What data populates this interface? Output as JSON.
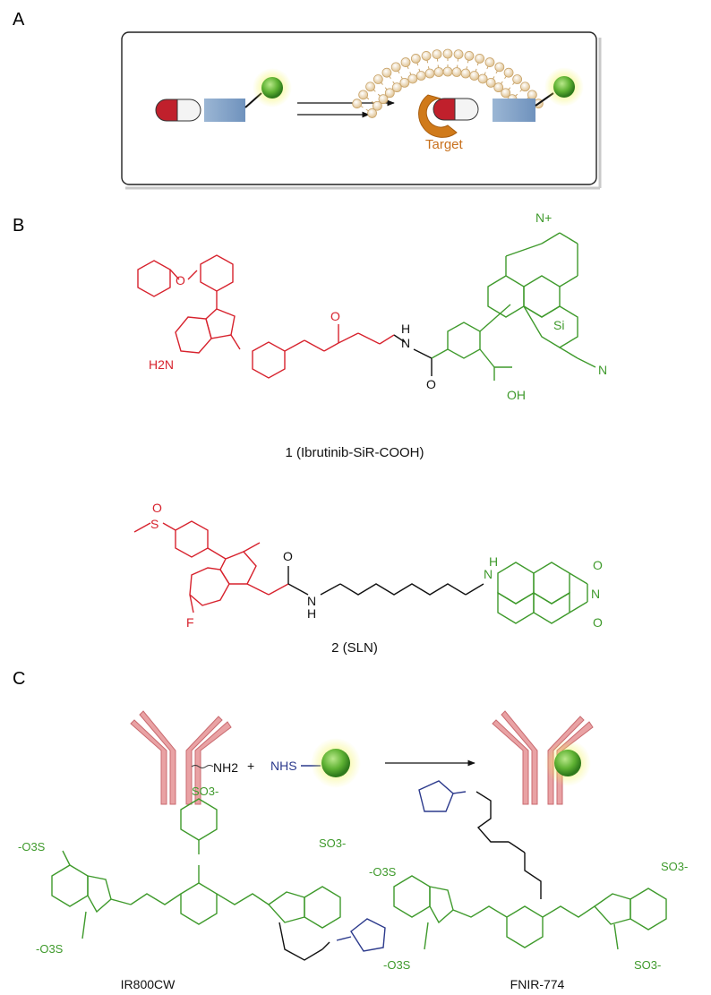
{
  "panels": {
    "a": {
      "letter": "A",
      "target_label": "Target"
    },
    "b": {
      "letter": "B",
      "compound1_caption": "1 (Ibrutinib-SiR-COOH)",
      "compound2_caption": "2 (SLN)",
      "atoms1": {
        "amine": "H2N",
        "n_plus": "N+",
        "si": "Si",
        "nme2": "N",
        "nh": "N",
        "h": "H",
        "o1": "O",
        "o2": "O",
        "oh": "OH",
        "o3": "O"
      },
      "atoms2": {
        "s": "S",
        "o": "O",
        "o_amide": "O",
        "nh_n": "N",
        "nh_h": "H",
        "nh2_n": "N",
        "nh2_h": "H",
        "o_imide1": "O",
        "o_imide2": "O",
        "n_imide": "N",
        "f": "F"
      }
    },
    "c": {
      "letter": "C",
      "nh2": "NH2",
      "plus": "+",
      "nhs": "NHS",
      "dye1_name": "IR800CW",
      "dye2_name": "FNIR-774",
      "so3": "SO3-",
      "so3_left": "-O3S"
    }
  },
  "colors": {
    "red_moiety": "#d7222d",
    "green_moiety": "#3f9a2c",
    "blue_linker": "#2c3a8c",
    "target": "#d07a1a",
    "antibody": "#e9a2a4"
  }
}
